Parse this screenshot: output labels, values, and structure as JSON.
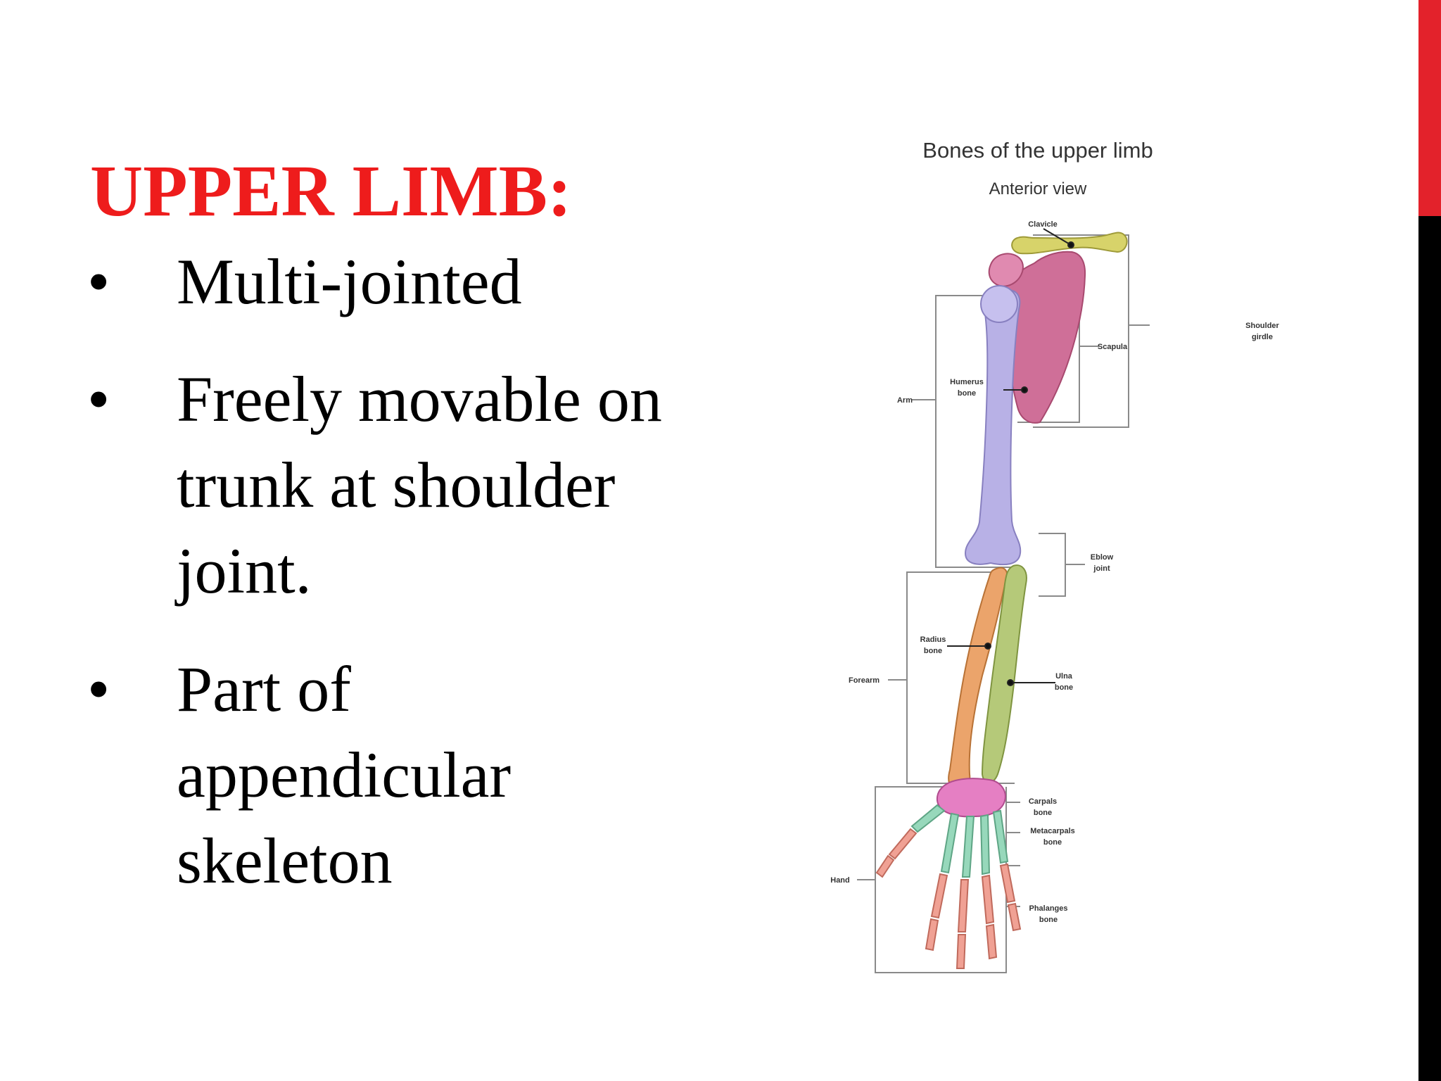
{
  "slide": {
    "title": "UPPER LIMB:",
    "bullets": [
      {
        "text": "Multi-jointed"
      },
      {
        "text": "Freely movable on\ntrunk at shoulder\njoint."
      },
      {
        "text": "Part of\nappendicular\nskeleton"
      }
    ],
    "colors": {
      "title": "#ee1c1c",
      "edge_top": "#e3222b",
      "edge_bottom": "#000000"
    }
  },
  "diagram": {
    "title": "Bones of the upper limb",
    "subtitle": "Anterior view",
    "labels": {
      "clavicle": "Clavicle",
      "scapula": "Scapula",
      "shoulder_girdle_1": "Shoulder",
      "shoulder_girdle_2": "girdle",
      "humerus_1": "Humerus",
      "humerus_2": "bone",
      "arm": "Arm",
      "elbow_1": "Eblow",
      "elbow_2": "joint",
      "radius_1": "Radius",
      "radius_2": "bone",
      "forearm": "Forearm",
      "ulna_1": "Ulna",
      "ulna_2": "bone",
      "carpals_1": "Carpals",
      "carpals_2": "bone",
      "metacarpals_1": "Metacarpals",
      "metacarpals_2": "bone",
      "hand": "Hand",
      "phalanges_1": "Phalanges",
      "phalanges_2": "bone"
    },
    "colors": {
      "clavicle": "#d7d36a",
      "scapula": "#cf6f98",
      "humerus": "#b8b1e6",
      "radius": "#eba46b",
      "ulna": "#b5c979",
      "carpals": "#e57fc3",
      "metacarpals": "#97d8bb",
      "phalanges": "#f0a194"
    }
  }
}
